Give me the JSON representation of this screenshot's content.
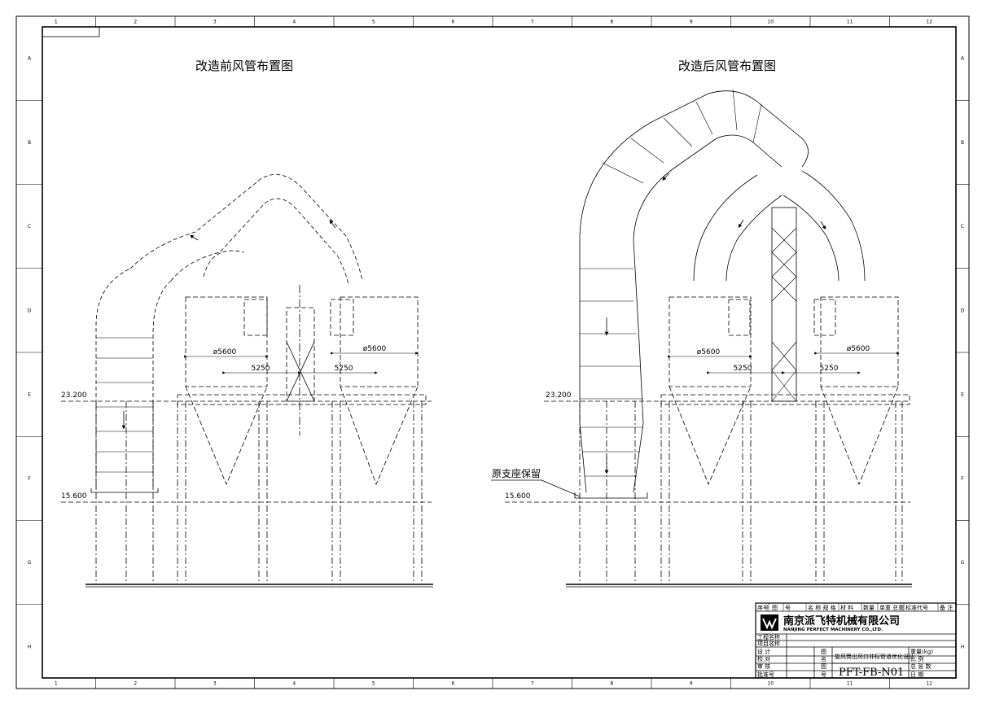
{
  "drawing": {
    "title_before": "改造前风管布置图",
    "title_after": "改造后风管布置图",
    "columns": [
      "1",
      "2",
      "3",
      "4",
      "5",
      "6",
      "7",
      "8",
      "9",
      "10",
      "11",
      "12"
    ],
    "rows": [
      "A",
      "B",
      "C",
      "D",
      "E",
      "F",
      "G",
      "H"
    ],
    "level_top": "23.200",
    "level_bottom": "15.600",
    "dia_left": "ø5600",
    "dia_right": "ø5600",
    "spacing_left": "5250",
    "spacing_right": "5250",
    "annotation_support": "原支座保留"
  },
  "title_block": {
    "header": [
      "序号",
      "图",
      "号",
      "名 称 规 格",
      "材 料",
      "数量",
      "单重 总重",
      "标准代号",
      "备 注"
    ],
    "company_cn": "南京派飞特机械有限公司",
    "company_en": "NANJING PERFECT MACHINERY CO.,LTD.",
    "row_labels": [
      "工程名称",
      "项目名称",
      "设 计",
      "校 对",
      "审 核",
      "批准号"
    ],
    "mid_labels": [
      "图",
      "名",
      "图",
      "号"
    ],
    "drawing_name": "旋风筒出风口非标管道优化设计",
    "drawing_no": "PFT-FB-N01",
    "right_labels": [
      "重量(kg)",
      "比 例",
      "总 张 数",
      "日 期"
    ]
  },
  "colors": {
    "ink": "#000000",
    "paper": "#ffffff"
  }
}
